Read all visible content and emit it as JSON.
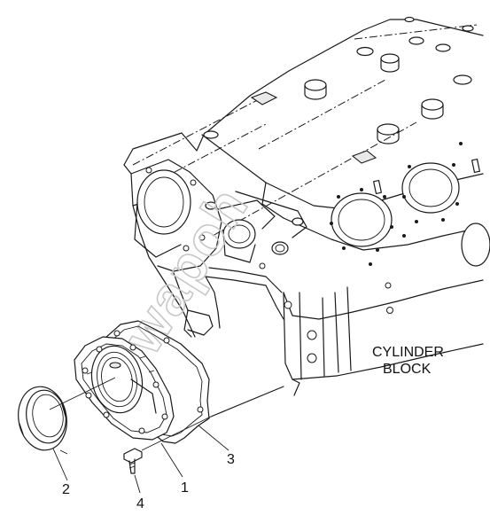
{
  "labels": {
    "block_line1": "CYLINDER",
    "block_line2": "BLOCK",
    "part_1": "1",
    "part_2": "2",
    "part_3": "3",
    "part_4": "4"
  },
  "watermark": "Swapoh",
  "colors": {
    "ink": "#1a1a1a",
    "watermark": "#c8c8c8",
    "background": "#ffffff"
  }
}
